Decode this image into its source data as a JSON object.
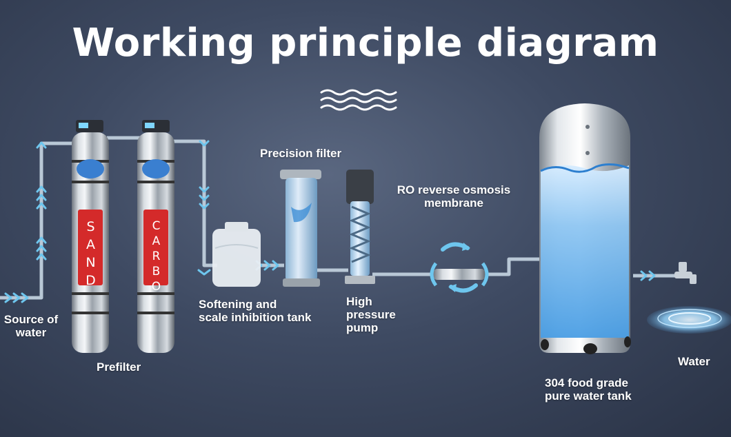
{
  "title": "Working principle diagram",
  "wave_icon": "wave-icon",
  "labels": {
    "source_line1": "Source of",
    "source_line2": "water",
    "prefilter": "Prefilter",
    "sand": "SAND",
    "carbo": "CARBO",
    "softening_line1": "Softening and",
    "softening_line2": "scale inhibition tank",
    "precision_filter": "Precision filter",
    "pump_line1": "High",
    "pump_line2": "pressure",
    "pump_line3": "pump",
    "ro_line1": "RO reverse osmosis",
    "ro_line2": "membrane",
    "tank_line1": "304 food grade",
    "tank_line2": "pure water tank",
    "water": "Water"
  },
  "colors": {
    "arrow": "#6ec6ee",
    "pipe": "#b9c8d6",
    "red_label": "#d42a2a",
    "water_blue": "#4ea8e6"
  }
}
